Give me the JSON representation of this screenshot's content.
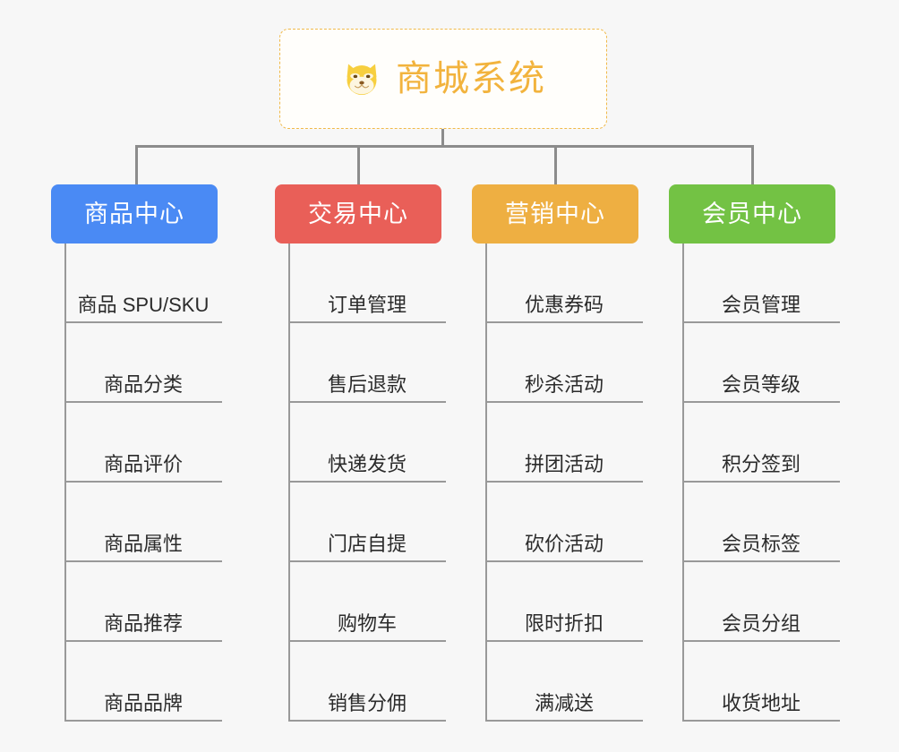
{
  "background_color": "#f7f7f7",
  "root": {
    "icon": "shiba-dog-face-icon",
    "title": "商城系统",
    "text_color": "#f2b33d",
    "border_color": "#f0b949"
  },
  "columns": [
    {
      "id": "product-center",
      "label": "商品中心",
      "color": "#4a8af4",
      "items": [
        "商品 SPU/SKU",
        "商品分类",
        "商品评价",
        "商品属性",
        "商品推荐",
        "商品品牌"
      ]
    },
    {
      "id": "trade-center",
      "label": "交易中心",
      "color": "#e95f58",
      "items": [
        "订单管理",
        "售后退款",
        "快递发货",
        "门店自提",
        "购物车",
        "销售分佣"
      ]
    },
    {
      "id": "marketing-center",
      "label": "营销中心",
      "color": "#eeaf42",
      "items": [
        "优惠券码",
        "秒杀活动",
        "拼团活动",
        "砍价活动",
        "限时折扣",
        "满减送"
      ]
    },
    {
      "id": "member-center",
      "label": "会员中心",
      "color": "#73c244",
      "items": [
        "会员管理",
        "会员等级",
        "积分签到",
        "会员标签",
        "会员分组",
        "收货地址"
      ]
    }
  ],
  "connector_color": "#8c8c8c",
  "leaf_line_color": "#999999"
}
